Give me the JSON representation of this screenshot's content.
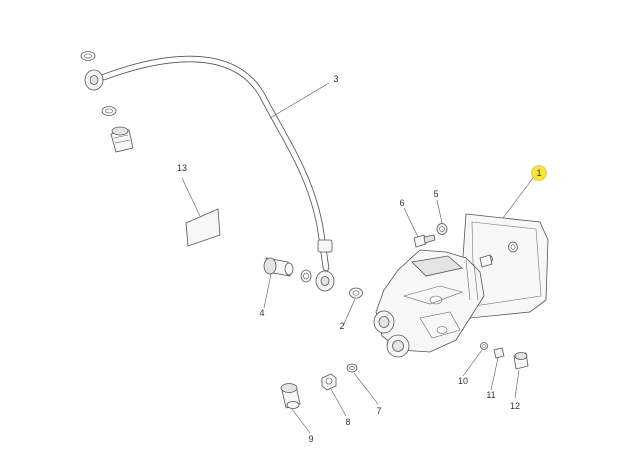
{
  "diagram": {
    "highlight_color": "#f7e33b",
    "line_color": "#555555",
    "highlighted_callout": "1",
    "callouts": {
      "c1": "1",
      "c2": "2",
      "c3": "3",
      "c4": "4",
      "c5": "5",
      "c6": "6",
      "c7": "7",
      "c8": "8",
      "c9": "9",
      "c10": "10",
      "c11": "11",
      "c12": "12",
      "c13": "13"
    }
  }
}
